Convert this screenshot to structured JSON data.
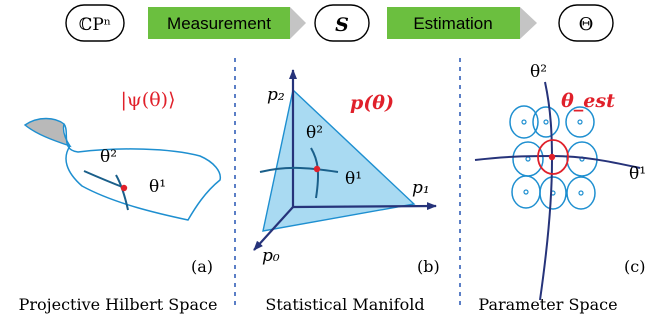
{
  "top_row": {
    "space_cp": "ℂPⁿ",
    "measurement_label": "Measurement",
    "space_s": "S",
    "estimation_label": "Estimation",
    "space_theta": "Θ"
  },
  "panel_a": {
    "state_label": "|ψ(θ)⟩",
    "theta2": "θ²",
    "theta1": "θ¹",
    "tag": "(a)",
    "caption": "Projective Hilbert Space"
  },
  "panel_b": {
    "dist_label": "p(θ)",
    "p2": "p₂",
    "p1": "p₁",
    "p0": "p₀",
    "theta2": "θ²",
    "theta1": "θ¹",
    "tag": "(b)",
    "caption": "Statistical Manifold"
  },
  "panel_c": {
    "est_label": "θ_est",
    "theta2": "θ²",
    "theta1": "θ¹",
    "tag": "(c)",
    "caption": "Parameter Space"
  },
  "colors": {
    "arrow_box": "#6bbf3f",
    "curve": "#1e8fd0",
    "axis": "#26337a",
    "accent": "#e0202a",
    "fill": "#a9daf2"
  }
}
